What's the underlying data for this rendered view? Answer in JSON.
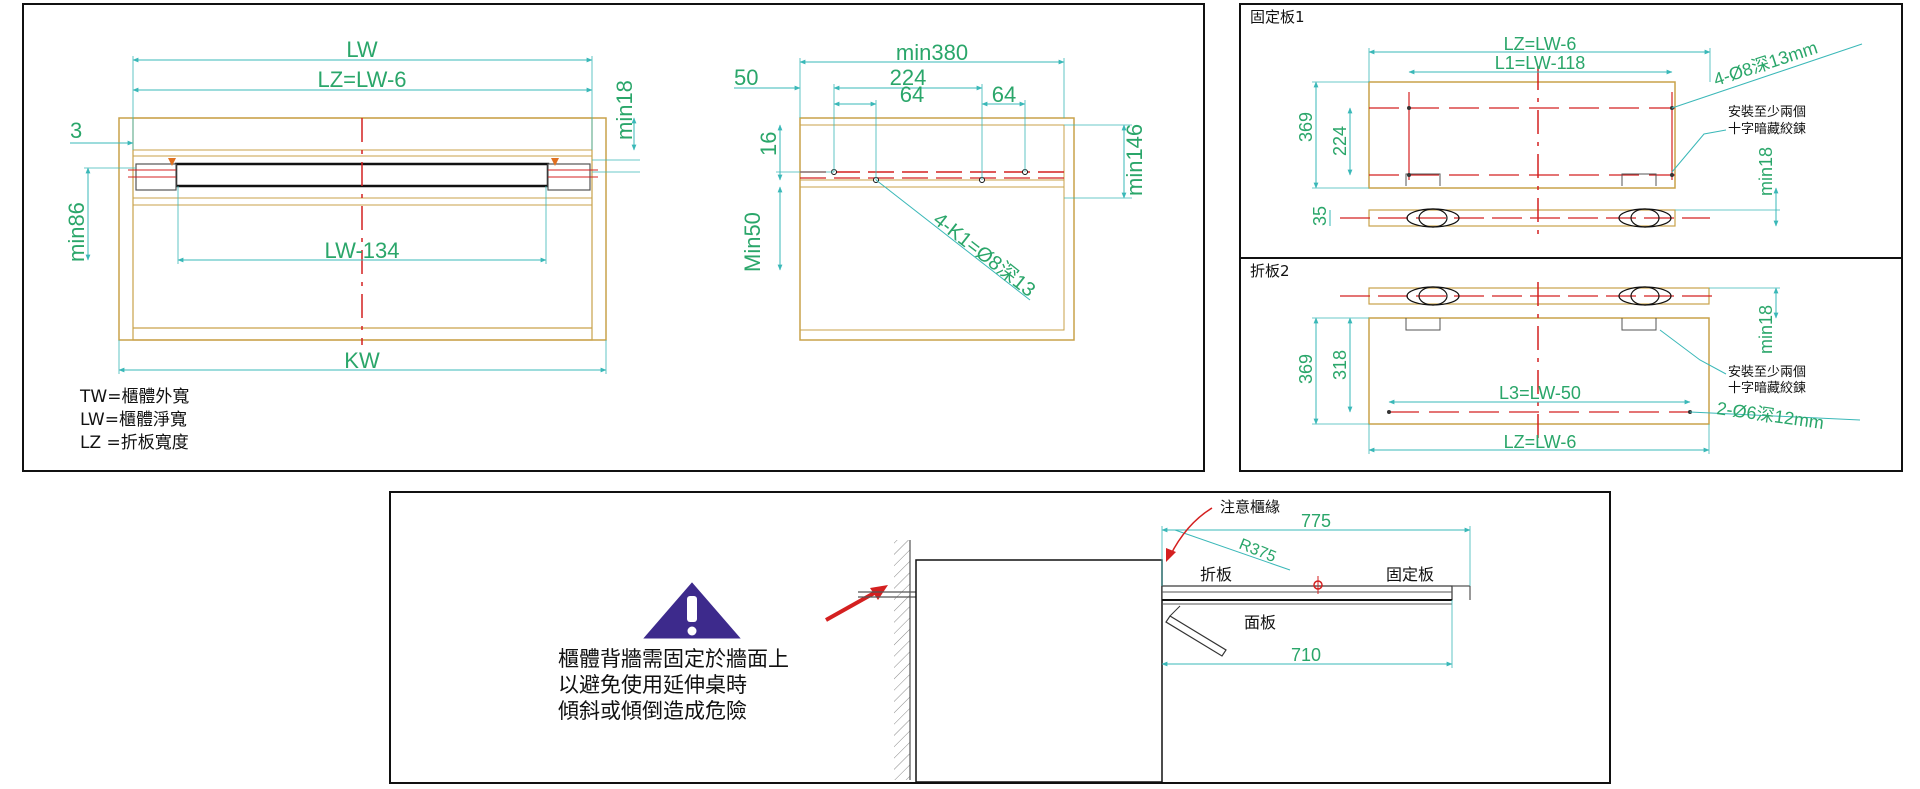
{
  "colors": {
    "frame": "#111111",
    "wood": "#c9a24a",
    "dimension": "#2aa66a",
    "dimension_line": "#3ab8b8",
    "center": "#d42020",
    "warning_fill": "#3d2a8c"
  },
  "front_view": {
    "lw": "LW",
    "lz": "LZ=LW-6",
    "inner": "LW-134",
    "kw": "KW",
    "three": "3",
    "min18": "min18",
    "min86": "min86",
    "legend": [
      "TW=櫃體外寬",
      "LW=櫃體淨寬",
      "LZ =折板寬度"
    ]
  },
  "side_view": {
    "min380": "min380",
    "fifty": "50",
    "d224": "224",
    "d64a": "64",
    "d64b": "64",
    "sixteen": "16",
    "min146": "min146",
    "min50": "Min50",
    "hole": "4-K1=Ø8深13"
  },
  "panel1": {
    "title": "固定板1",
    "lz": "LZ=LW-6",
    "l1": "L1=LW-118",
    "holes": "4-Ø8深13mm",
    "note": [
      "安裝至少兩個",
      "十字暗藏絞鍊"
    ],
    "h369": "369",
    "h224": "224",
    "h35": "35",
    "min18": "min18"
  },
  "panel2": {
    "title": "折板2",
    "l3": "L3=LW-50",
    "lz": "LZ=LW-6",
    "holes": "2-Ø6深12mm",
    "note": [
      "安裝至少兩個",
      "十字暗藏絞鍊"
    ],
    "h369": "369",
    "h318": "318",
    "min18": "min18"
  },
  "install_view": {
    "warning": [
      "櫃體背牆需固定於牆面上",
      "以避免使用延伸桌時",
      "傾斜或傾倒造成危險"
    ],
    "caution": "注意櫃緣",
    "r375": "R375",
    "d775": "775",
    "d710": "710",
    "fold": "折板",
    "fixed": "固定板",
    "face": "面板"
  }
}
